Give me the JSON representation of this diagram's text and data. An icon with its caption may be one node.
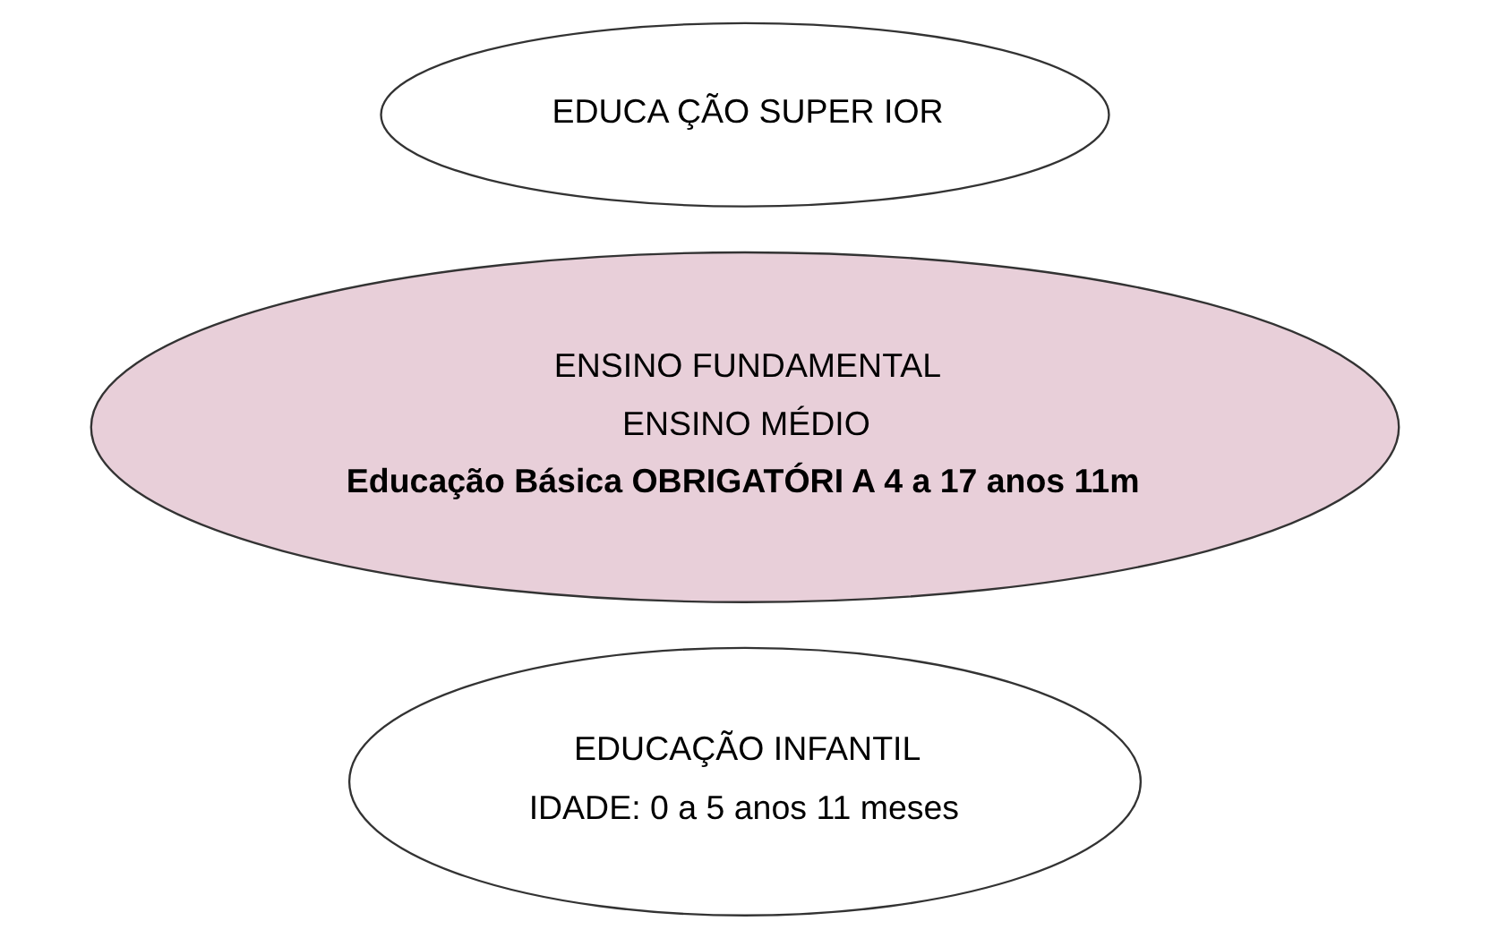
{
  "diagram": {
    "nodes": [
      {
        "text": [
          "EDUCAÇÃO INFANTIL",
          "IDADE: 0 a 5 anos 11 meses"
        ]
      },
      {
        "text": [
          "ENSINO FUNDAMENTAL",
          "ENSINO MÉDIO",
          "Educação Básica OBRIGATÓRI A 4 a 17 anos 11m"
        ]
      },
      {
        "text": [
          "EDUCA ÇÃO SUPER IOR"
        ]
      }
    ]
  }
}
